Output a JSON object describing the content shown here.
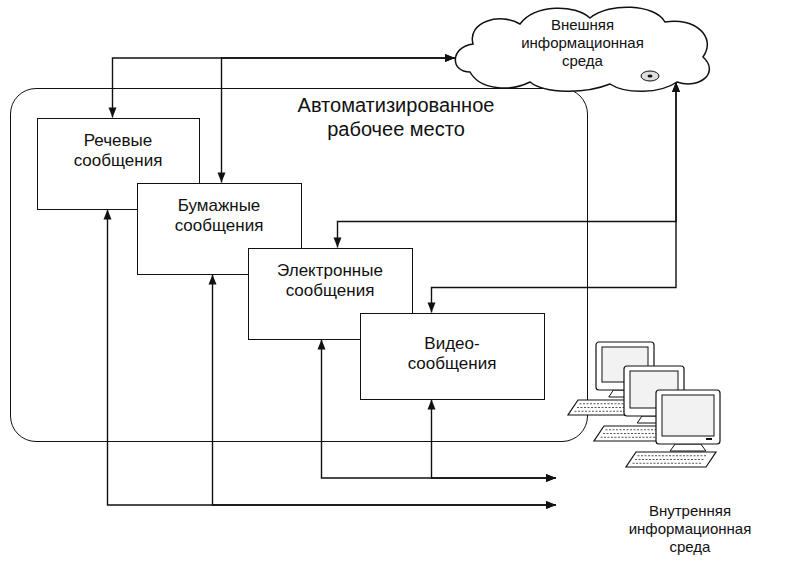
{
  "diagram": {
    "nodes": [
      {
        "text": [
          "Автоматизированное рабочее место"
        ]
      },
      {
        "text": [
          "Речевые сообщения"
        ],
        "in": 0
      },
      {
        "text": [
          "Бумажные сообщения"
        ],
        "in": 0
      },
      {
        "text": [
          "Электронные сообщения"
        ],
        "in": 0
      },
      {
        "text": [
          "Видео- сообщения"
        ],
        "in": 0
      },
      {
        "text": [
          "Внешняя информационная среда"
        ]
      },
      {
        "text": [
          "Внутренняя информационная среда"
        ]
      }
    ],
    "edges": [
      {
        "from": 1,
        "to": 5,
        "arrow": "both"
      },
      {
        "from": 2,
        "to": 5,
        "arrow": "both"
      },
      {
        "from": 3,
        "to": 5,
        "arrow": "both"
      },
      {
        "from": 4,
        "to": 5,
        "arrow": "both"
      },
      {
        "from": 1,
        "to": 6,
        "arrow": "both"
      },
      {
        "from": 2,
        "to": 6,
        "arrow": "both"
      },
      {
        "from": 3,
        "to": 6,
        "arrow": "both"
      },
      {
        "from": 4,
        "to": 6,
        "arrow": "both"
      }
    ]
  }
}
